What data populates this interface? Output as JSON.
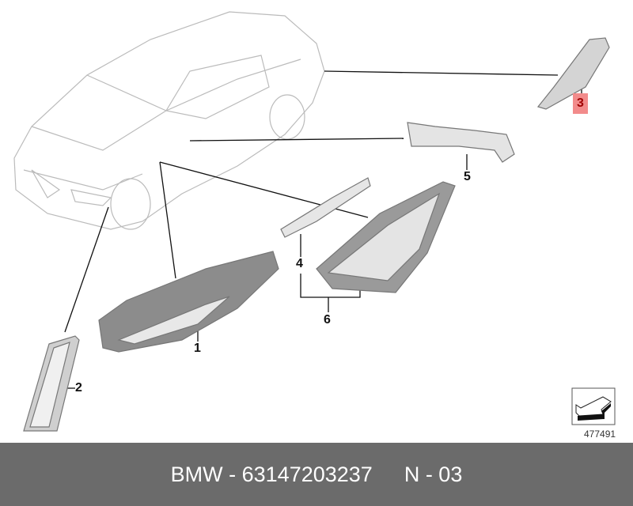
{
  "callouts": [
    "1",
    "2",
    "3",
    "4",
    "5",
    "6"
  ],
  "highlighted_callout": "3",
  "reference_number": "477491",
  "footer": {
    "part": "BMW - 63147203237",
    "page": "N - 03"
  },
  "colors": {
    "highlight": "#f28b8b",
    "footer_bg": "#6b6b6b"
  }
}
